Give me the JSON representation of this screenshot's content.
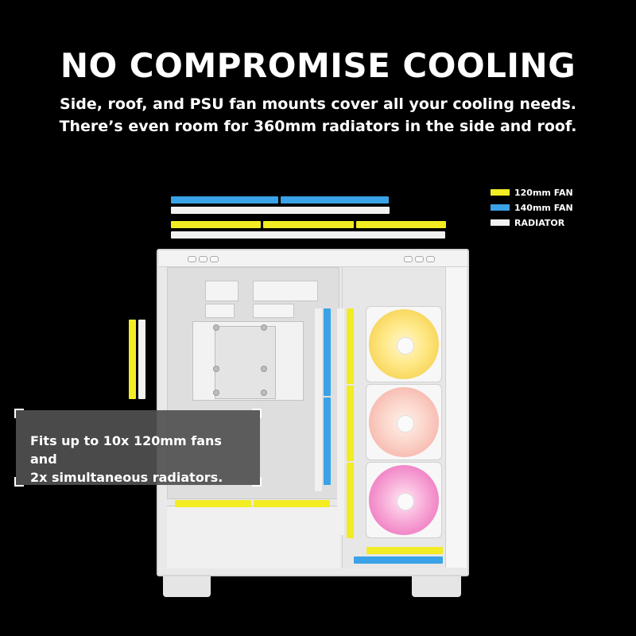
{
  "headline": "NO COMPROMISE COOLING",
  "subheadline": {
    "line1": "Side, roof, and PSU fan mounts cover all your cooling needs.",
    "line2": "There’s even room for 360mm radiators in the side and roof."
  },
  "legend": [
    {
      "label": "120mm FAN",
      "color": "#f2ec22"
    },
    {
      "label": "140mm FAN",
      "color": "#3aa2e6"
    },
    {
      "label": "RADIATOR",
      "color": "#f1f1f1"
    }
  ],
  "callout": {
    "line1": "Fits up to 10x 120mm fans and",
    "line2": "2x simultaneous radiators."
  },
  "colors": {
    "background": "#000000",
    "fan_120": "#f2ec22",
    "fan_140": "#3aa2e6",
    "radiator": "#f1f1f1",
    "case": "#e9e9e9"
  },
  "icons": [
    "case-illustration",
    "rgb-fan-icon"
  ]
}
